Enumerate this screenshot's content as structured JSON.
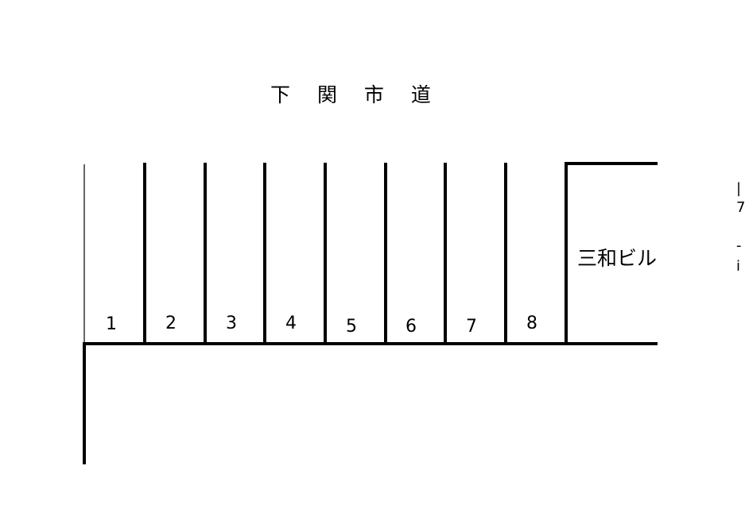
{
  "road_label": "下 関 市 道",
  "building_label": "三和ビル",
  "parking_spaces": [
    "1",
    "2",
    "3",
    "4",
    "5",
    "6",
    "7",
    "8"
  ],
  "edge_text": [
    "|",
    "7",
    "-",
    "i"
  ]
}
